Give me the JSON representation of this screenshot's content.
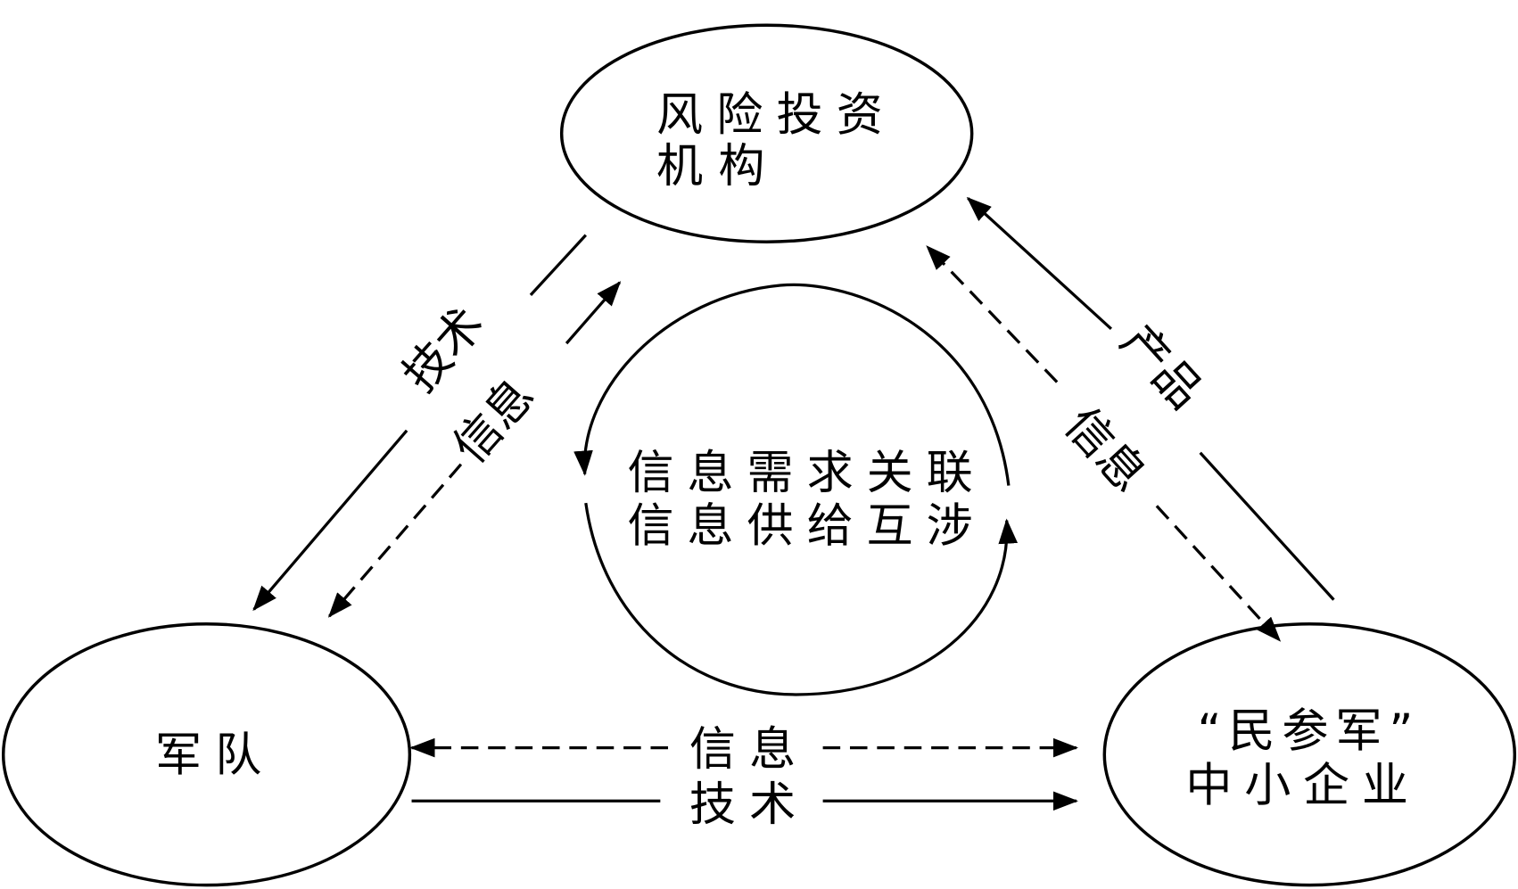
{
  "nodes": {
    "vc": {
      "line1": "风险投资",
      "line2": "机构"
    },
    "army": {
      "label": "军队"
    },
    "sme": {
      "line1": "“民参军”",
      "line2": "中小企业"
    }
  },
  "center": {
    "line1": "信息需求关联",
    "line2": "信息供给互涉"
  },
  "edges": {
    "vc_to_army_tech": "技术",
    "army_vc_info": "信息",
    "sme_to_vc_product": "产品",
    "vc_sme_info": "信息",
    "army_sme_info": "信息",
    "army_to_sme_tech": "技术"
  },
  "colors": {
    "stroke": "#000000",
    "background": "#ffffff"
  }
}
